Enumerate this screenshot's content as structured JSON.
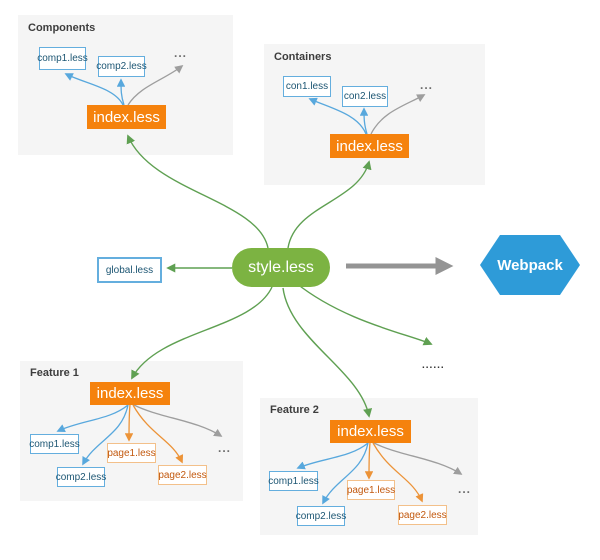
{
  "colors": {
    "gray_box": "#f5f5f5",
    "label_text": "#3d3d3d",
    "orange_node": "#f5820d",
    "green_node": "#7cb342",
    "hexagon": "#2e9bd8",
    "blue_border": "#64aede",
    "blue_text": "#1d5673",
    "orange_border": "#f3c08a",
    "orange_text": "#c2590f",
    "green_arrow": "#5fa052",
    "blue_arrow": "#58a8dd",
    "orange_arrow": "#ec9338",
    "gray_arrow": "#9e9e9e",
    "thick_arrow": "#949494",
    "dots_gray": "#6e6e6e",
    "dots_dark": "#333333"
  },
  "diagram": {
    "root": {
      "label": "style.less"
    },
    "global": {
      "label": "global.less"
    },
    "webpack": {
      "label": "Webpack"
    },
    "ellipsis_main": "......",
    "groups": {
      "components": {
        "label": "Components",
        "file1": "comp1.less",
        "file2": "comp2.less",
        "index": "index.less",
        "more": "..."
      },
      "containers": {
        "label": "Containers",
        "file1": "con1.less",
        "file2": "con2.less",
        "index": "index.less",
        "more": "..."
      },
      "feature1": {
        "label": "Feature 1",
        "comp1": "comp1.less",
        "comp2": "comp2.less",
        "page1": "page1.less",
        "page2": "page2.less",
        "index": "index.less",
        "more": "..."
      },
      "feature2": {
        "label": "Feature 2",
        "comp1": "comp1.less",
        "comp2": "comp2.less",
        "page1": "page1.less",
        "page2": "page2.less",
        "index": "index.less",
        "more": "..."
      }
    }
  }
}
